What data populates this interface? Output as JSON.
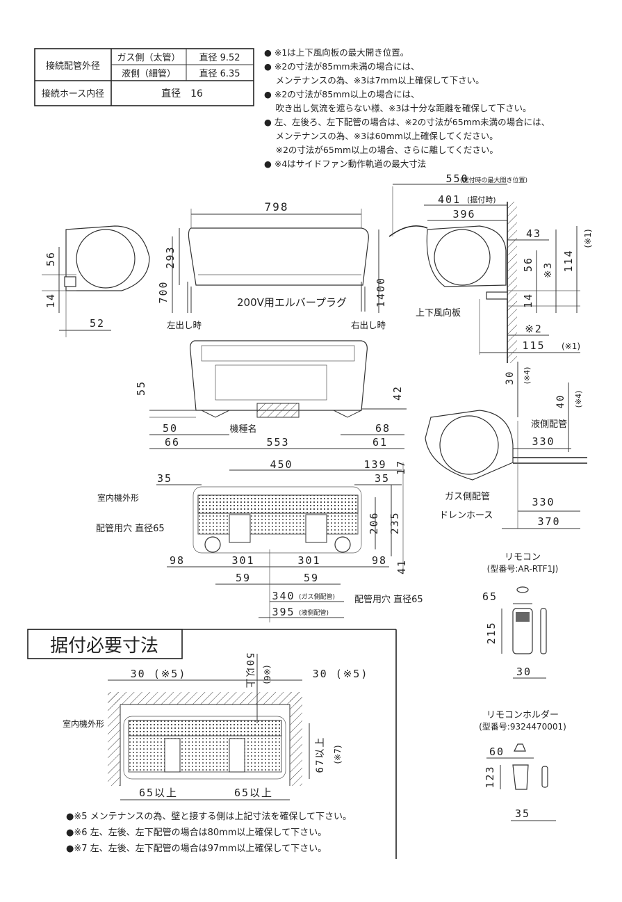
{
  "spec_table": {
    "row1_label": "接続配管外径",
    "gas_label": "ガス側（太管）",
    "gas_value": "直径 9.52",
    "liquid_label": "液側（細管）",
    "liquid_value": "直径 6.35",
    "row2_label": "接続ホース内径",
    "hose_value": "直径　16"
  },
  "notes_top": [
    "● ※1は上下風向板の最大開き位置。",
    "● ※2の寸法が85mm未満の場合には、",
    "　 メンテナンスの為、※3は7mm以上確保して下さい。",
    "● ※2の寸法が85mm以上の場合には、",
    "　 吹き出し気流を遮らない様、※3は十分な距離を確保して下さい。",
    "● 左、左後ろ、左下配管の場合は、※2の寸法が65mm未満の場合には、",
    "　 メンテナンスの為、※3は60mm以上確保してください。",
    "　 ※2の寸法が65mm以上の場合、さらに離してください。",
    "● ※4はサイドファン動作軌道の最大寸法"
  ],
  "front": {
    "width": "798",
    "height": "293",
    "plug": "200V用エルバープラグ",
    "left_cord": "700",
    "right_cord": "1400",
    "left_out": "左出し時",
    "right_out": "右出し時"
  },
  "side_left": {
    "d56": "56",
    "d14": "14",
    "d52": "52"
  },
  "side_right": {
    "d550": "550",
    "d550_note": "(据付時の最大開き位置)",
    "d401": "401",
    "d401_note": "(据付時)",
    "d396": "396",
    "d43": "43",
    "d56": "56",
    "s3": "※3",
    "d114": "114",
    "s1a": "(※1)",
    "d14": "14",
    "louver": "上下風向板",
    "s2": "※2",
    "d115": "115",
    "s1b": "(※1)"
  },
  "bottom_view": {
    "d55": "55",
    "d42": "42",
    "d50": "50",
    "model": "機種名",
    "d68": "68",
    "d66": "66",
    "d553": "553",
    "d61": "61"
  },
  "side_pipe": {
    "d30": "30",
    "s4a": "(※4)",
    "d40": "40",
    "s4b": "(※4)",
    "liquid": "液側配管",
    "d330a": "330",
    "gas": "ガス側配管",
    "drain": "ドレンホース",
    "d330b": "330",
    "d370": "370"
  },
  "mount_plate": {
    "d450": "450",
    "d139": "139",
    "d17": "17",
    "d35a": "35",
    "d35b": "35",
    "outline": "室内機外形",
    "hole_left": "配管用穴 直径65",
    "d206": "206",
    "d235": "235",
    "d98a": "98",
    "d301a": "301",
    "d301b": "301",
    "d98b": "98",
    "d41": "41",
    "d59a": "59",
    "d59b": "59",
    "d340": "340",
    "d340_note": "(ガス側配管)",
    "hole_right": "配管用穴 直径65",
    "d395": "395",
    "d395_note": "(液側配管)"
  },
  "remote": {
    "title": "リモコン",
    "model": "(型番号:AR-RTF1J)",
    "d65": "65",
    "d215": "215",
    "d30": "30"
  },
  "holder": {
    "title": "リモコンホルダー",
    "model": "(型番号:9324470001)",
    "d60": "60",
    "d123": "123",
    "d35": "35"
  },
  "install": {
    "title": "据付必要寸法",
    "d30l": "30 (※5)",
    "d30r": "30 (※5)",
    "d50": "50以上",
    "s6": "(※6)",
    "outline": "室内機外形",
    "d67": "67以上",
    "s7": "(※7)",
    "d65l": "65以上",
    "d65r": "65以上",
    "notes": [
      "●※5 メンテナンスの為、壁と接する側は上記寸法を確保して下さい。",
      "●※6 左、左後、左下配管の場合は80mm以上確保して下さい。",
      "●※7 左、左後、左下配管の場合は97mm以上確保して下さい。"
    ]
  }
}
